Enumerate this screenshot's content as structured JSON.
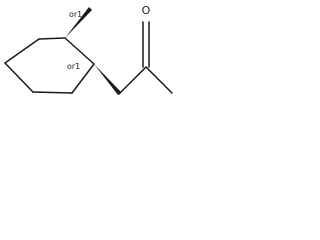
{
  "molecule": {
    "stereo_labels": [
      "or1",
      "or1"
    ],
    "atoms": [
      {
        "element": "O",
        "label": "O"
      }
    ],
    "colors": {
      "ink": "#1a1a1a",
      "background": "#ffffff"
    }
  }
}
